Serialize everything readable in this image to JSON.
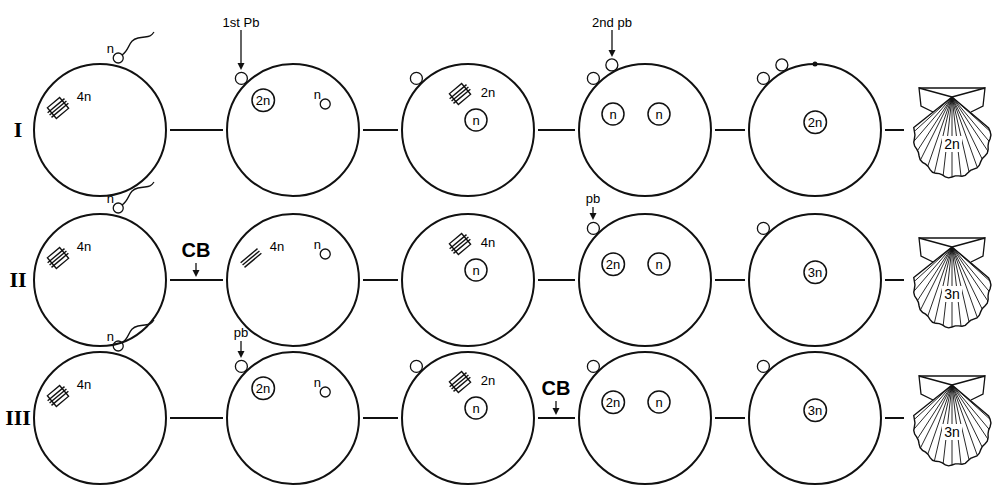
{
  "diagram": {
    "nodes": [
      {
        "text": [
          "4n"
        ]
      },
      {
        "text": [
          "n"
        ]
      },
      {
        "text": []
      },
      {
        "text": [
          "2n"
        ],
        "in": 2
      },
      {
        "text": [
          "n"
        ],
        "in": 2
      },
      {
        "text": [
          "2n"
        ]
      },
      {
        "text": [
          "n"
        ],
        "in": 5
      },
      {
        "text": []
      },
      {
        "text": [
          "n"
        ],
        "in": 7
      },
      {
        "text": [
          "n"
        ],
        "in": 7
      },
      {
        "text": []
      },
      {
        "text": [
          "2n"
        ],
        "in": 10
      },
      {
        "text": [
          "2n"
        ]
      },
      {
        "text": [
          "4n"
        ]
      },
      {
        "text": [
          "n"
        ]
      },
      {
        "text": [
          "4n"
        ]
      },
      {
        "text": [
          "n"
        ],
        "in": 15
      },
      {
        "text": [
          "4n"
        ]
      },
      {
        "text": [
          "n"
        ],
        "in": 17
      },
      {
        "text": []
      },
      {
        "text": [
          "2n"
        ],
        "in": 19
      },
      {
        "text": [
          "n"
        ],
        "in": 19
      },
      {
        "text": []
      },
      {
        "text": [
          "3n"
        ],
        "in": 22
      },
      {
        "text": [
          "3n"
        ]
      },
      {
        "text": [
          "4n"
        ]
      },
      {
        "text": [
          "n"
        ]
      },
      {
        "text": []
      },
      {
        "text": [
          "2n"
        ],
        "in": 27
      },
      {
        "text": [
          "n"
        ],
        "in": 27
      },
      {
        "text": [
          "2n"
        ]
      },
      {
        "text": [
          "n"
        ],
        "in": 30
      },
      {
        "text": []
      },
      {
        "text": [
          "2n"
        ],
        "in": 32
      },
      {
        "text": [
          "n"
        ],
        "in": 32
      },
      {
        "text": []
      },
      {
        "text": [
          "3n"
        ],
        "in": 35
      },
      {
        "text": [
          "3n"
        ]
      }
    ],
    "edges": [
      {
        "from": 0,
        "to": 2,
        "arrow": "none"
      },
      {
        "from": 2,
        "to": 5,
        "arrow": "none"
      },
      {
        "from": 5,
        "to": 7,
        "arrow": "none"
      },
      {
        "from": 7,
        "to": 10,
        "arrow": "none"
      },
      {
        "from": 10,
        "to": 12,
        "arrow": "none"
      },
      {
        "from": 13,
        "to": 15,
        "arrow": "none"
      },
      {
        "from": 15,
        "to": 17,
        "arrow": "none"
      },
      {
        "from": 17,
        "to": 19,
        "arrow": "none"
      },
      {
        "from": 19,
        "to": 22,
        "arrow": "none"
      },
      {
        "from": 22,
        "to": 24,
        "arrow": "none"
      },
      {
        "from": 25,
        "to": 27,
        "arrow": "none"
      },
      {
        "from": 27,
        "to": 30,
        "arrow": "none"
      },
      {
        "from": 30,
        "to": 32,
        "arrow": "none"
      },
      {
        "from": 32,
        "to": 35,
        "arrow": "none"
      },
      {
        "from": 35,
        "to": 37,
        "arrow": "none"
      }
    ],
    "labels": [
      "I",
      "1st Pb",
      "2nd pb",
      "II",
      "CB",
      "pb",
      "III",
      "pb",
      "CB"
    ]
  }
}
